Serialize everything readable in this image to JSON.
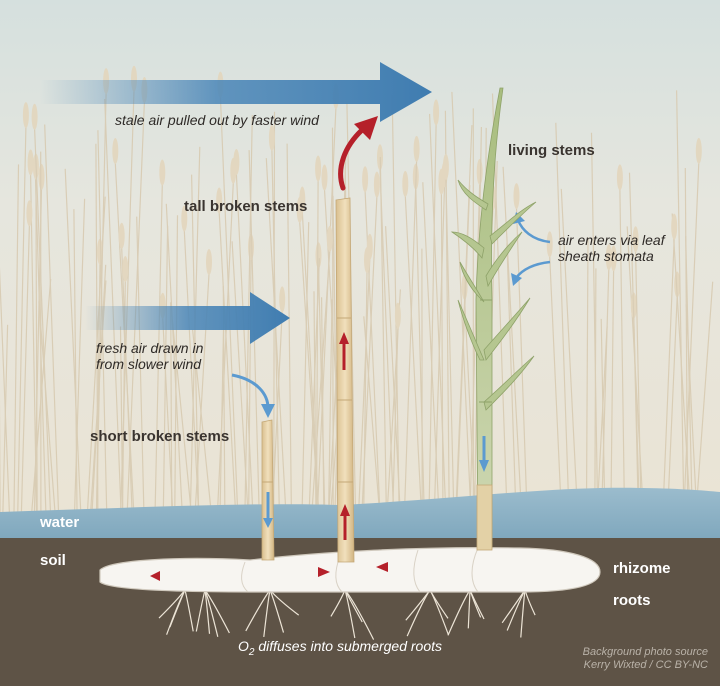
{
  "labels": {
    "stale_air": "stale air pulled out by faster wind",
    "living_stems": "living stems",
    "tall_broken": "tall broken stems",
    "air_enters": "air enters via leaf\nsheath stomata",
    "fresh_air": "fresh air drawn in\nfrom slower wind",
    "short_broken": "short broken stems",
    "water": "water",
    "soil": "soil",
    "rhizome": "rhizome",
    "roots": "roots",
    "o2_prefix": "O",
    "o2_sub": "2",
    "o2_rest": " diffuses into submerged roots",
    "credit": "Background photo source\nKerry Wixted / CC BY-NC"
  },
  "colors": {
    "wind_arrow": "#4a86b8",
    "air_up": "#b5202a",
    "air_down": "#5b9ad0",
    "water": "#8fb4c8",
    "soil": "#5e5346",
    "sky": "#dfe6e2",
    "reeds": "#e9dfcb",
    "dead_stem": "#e8d3a8",
    "living_stem": "#b6c896"
  },
  "icons": {
    "wind_large": "wind-arrow-icon",
    "wind_small": "wind-arrow-icon",
    "flow_up": "red-up-arrow-icon",
    "flow_down": "blue-down-arrow-icon"
  }
}
